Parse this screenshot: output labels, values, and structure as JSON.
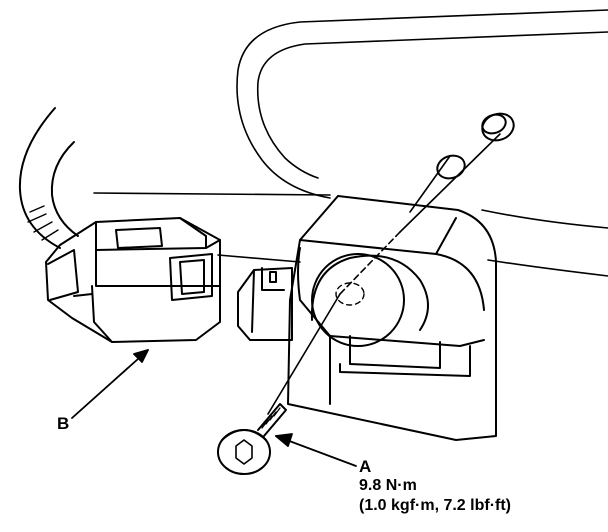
{
  "callouts": {
    "b": {
      "letter": "B"
    },
    "a": {
      "letter": "A",
      "torque_nm": "9.8 N·m",
      "torque_alt": "(1.0 kgf·m, 7.2 lbf·ft)"
    }
  },
  "colors": {
    "ink": "#000000",
    "paper": "#ffffff"
  }
}
